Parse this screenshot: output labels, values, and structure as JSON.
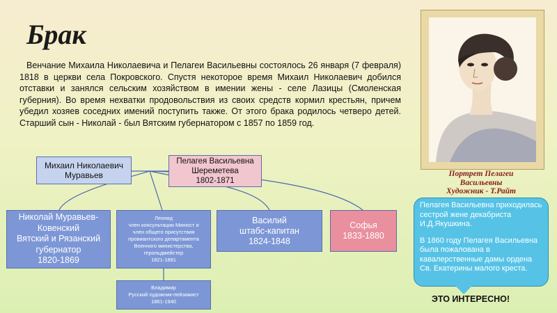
{
  "title": "Брак",
  "paragraph": "Венчание Михаила Николаевича и Пелагеи Васильевны состоялось 26 января (7 февраля) 1818 в церкви села Покровского. Спустя некоторое время Михаил Николаевич добился отставки и занялся сельским хозяйством в имении жены - селе Лазицы (Смоленская губерния). Во время нехватки продовольствия из своих средств кормил крестьян, причем убедил хозяев соседних имений поступить также. От этого брака родилось четверо детей. Старший сын - Николай - был Вятским губернатором с 1857 по 1859 год.",
  "portrait": {
    "caption": [
      "Портрет Пелагеи",
      "Васильевны",
      "Художник - Т.Райт"
    ]
  },
  "tree": {
    "mikhail": [
      "Михаил Николаевич",
      "Муравьев"
    ],
    "pelageya": [
      "Пелагея Васильевна",
      "Шереметева",
      "1802-1871"
    ],
    "nikolai": [
      "Николай Муравьев-",
      "Ковенский",
      "Вятский и Рязанский",
      "губернатор",
      "1820-1869"
    ],
    "leonid": [
      "Леонид",
      "член консультации Минюст и",
      "член общего присутствия",
      "провиантского департамента",
      "Военного министерства,",
      "герольдмейстер",
      "1821-1881"
    ],
    "vasily": [
      "Василий",
      "штабс-капитан",
      "1824-1848"
    ],
    "sofya": [
      "Софья",
      "1833-1880"
    ],
    "vladimir": [
      "Владимир",
      "Русский художник-пейзажист",
      "1861-1940"
    ]
  },
  "note": {
    "p1": "Пелагея Васильевна приходилась сестрой жене декабриста И.Д.Якушкина.",
    "p2": "В 1860 году Пелагея Васильевна была пожалована в кавалерственные дамы ордена Св. Екатерины малого креста."
  },
  "interesting_label": "ЭТО ИНТЕРЕСНО!"
}
